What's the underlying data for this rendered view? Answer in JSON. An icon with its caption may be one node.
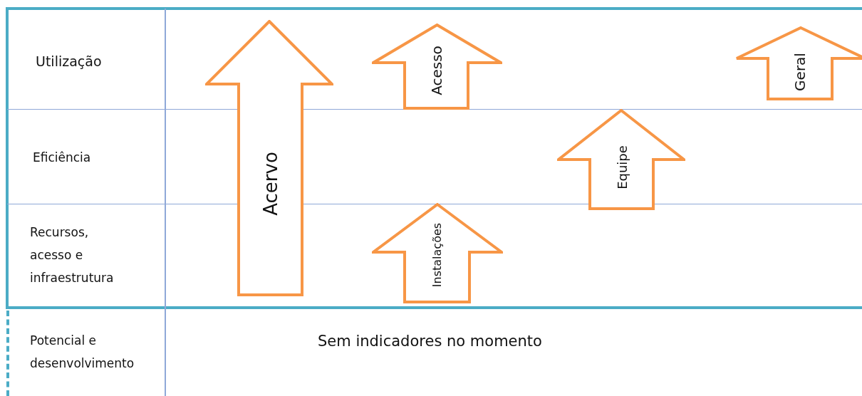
{
  "diagram": {
    "nodes": [
      {
        "text": [
          "Acervo"
        ]
      },
      {
        "text": [
          "Acesso"
        ]
      },
      {
        "text": [
          "Geral"
        ]
      },
      {
        "text": [
          "Equipe"
        ]
      },
      {
        "text": [
          "Instalações"
        ]
      }
    ],
    "edges": [],
    "labels": [
      "Utilização",
      "Eficiência",
      "Recursos, acesso e infraestrutura",
      "Potencial e desenvolvimento",
      "Sem indicadores no momento"
    ]
  }
}
